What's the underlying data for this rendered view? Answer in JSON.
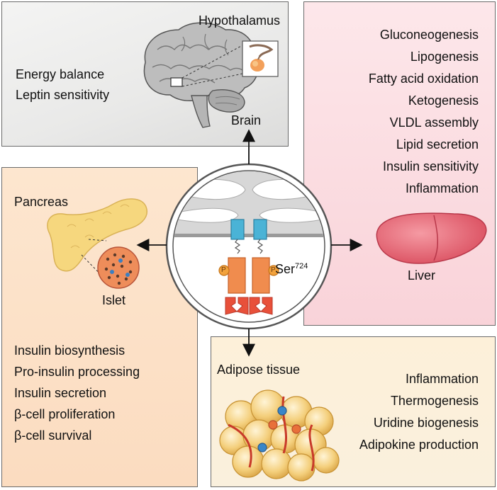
{
  "brain_panel": {
    "title": "Hypothalamus",
    "functions": [
      "Energy balance",
      "Leptin sensitivity"
    ],
    "organ_label": "Brain"
  },
  "liver_panel": {
    "functions": [
      "Gluconeogenesis",
      "Lipogenesis",
      "Fatty acid oxidation",
      "Ketogenesis",
      "VLDL assembly",
      "Lipid secretion",
      "Insulin sensitivity",
      "Inflammation"
    ],
    "organ_label": "Liver"
  },
  "pancreas_panel": {
    "organ_label": "Pancreas",
    "islet_label": "Islet",
    "functions": [
      "Insulin biosynthesis",
      "Pro-insulin processing",
      "Insulin secretion",
      "β-cell proliferation",
      "β-cell survival"
    ]
  },
  "adipose_panel": {
    "organ_label": "Adipose tissue",
    "functions": [
      "Inflammation",
      "Thermogenesis",
      "Uridine biogenesis",
      "Adipokine production"
    ]
  },
  "center": {
    "residue": "Ser",
    "residue_position": "724",
    "phospho_mark": "P"
  },
  "colors": {
    "brain_bg": "#e9e9e8",
    "liver_bg": "#f9d3d9",
    "pancreas_bg": "#fde6cf",
    "adipose_bg": "#faf0dd",
    "receptor_blue": "#4ab3d6",
    "receptor_orange": "#f08c4e",
    "receptor_red": "#e8503a",
    "liver_pink": "#e86876",
    "fat_yellow": "#f2c866"
  }
}
